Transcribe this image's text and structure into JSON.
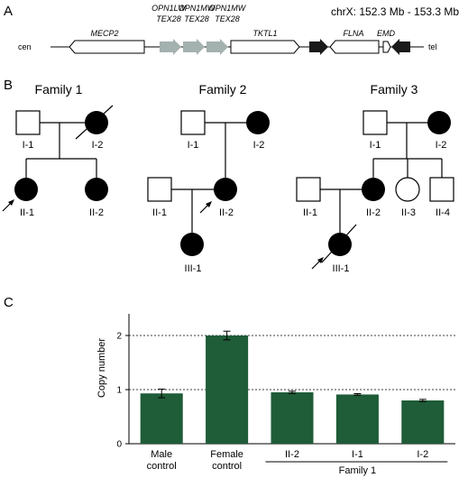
{
  "panels": {
    "a": "A",
    "b": "B",
    "c": "C"
  },
  "map": {
    "coord": "chrX: 152.3 Mb - 153.3 Mb",
    "cen": "cen",
    "tel": "tel",
    "genes": [
      {
        "l1": "",
        "l2": "MECP2"
      },
      {
        "l1": "OPN1LW",
        "l2": "TEX28"
      },
      {
        "l1": "OPN1MW",
        "l2": "TEX28"
      },
      {
        "l1": "OPN1MW",
        "l2": "TEX28"
      },
      {
        "l1": "",
        "l2": "TKTL1"
      },
      {
        "l1": "",
        "l2": "FLNA"
      },
      {
        "l1": "",
        "l2": "EMD"
      }
    ],
    "colors": {
      "arrow_grey": "#a3b1af",
      "arrow_black": "#1a1a1a"
    }
  },
  "pedigree": {
    "family1": {
      "title": "Family 1",
      "ids": [
        "I-1",
        "I-2",
        "II-1",
        "II-2"
      ]
    },
    "family2": {
      "title": "Family 2",
      "ids": [
        "I-1",
        "I-2",
        "II-1",
        "II-2",
        "III-1"
      ]
    },
    "family3": {
      "title": "Family 3",
      "ids": [
        "I-1",
        "I-2",
        "II-1",
        "II-2",
        "II-3",
        "II-4",
        "III-1"
      ]
    }
  },
  "chart_data": {
    "type": "bar",
    "categories": [
      "Male control",
      "Female control",
      "II-2",
      "I-1",
      "I-2"
    ],
    "category_lines": [
      [
        "Male",
        "control"
      ],
      [
        "Female",
        "control"
      ],
      [
        "II-2"
      ],
      [
        "I-1"
      ],
      [
        "I-2"
      ]
    ],
    "values": [
      0.93,
      2.0,
      0.95,
      0.91,
      0.8
    ],
    "errors": [
      0.08,
      0.08,
      0.02,
      0.015,
      0.02
    ],
    "ylabel": "Copy number",
    "ylim": [
      0,
      2.4
    ],
    "yticks": [
      "0",
      "1",
      "2"
    ],
    "reference_lines": [
      1,
      2
    ],
    "group_label": "Family 1",
    "bar_color": "#1f5c38"
  }
}
